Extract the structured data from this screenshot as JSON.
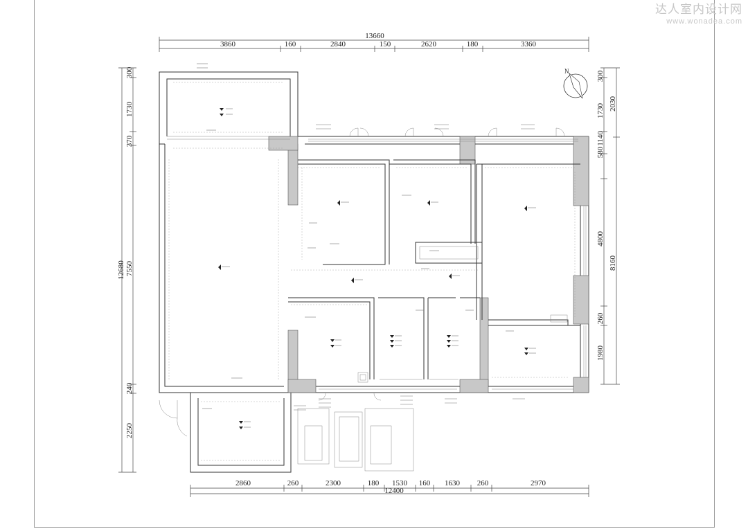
{
  "watermark": {
    "cn": "达人室内设计网",
    "url": "www.wonadea.com"
  },
  "compass": {
    "label": "N"
  },
  "dims": {
    "top_total": "13660",
    "top": [
      "3860",
      "160",
      "2840",
      "150",
      "2620",
      "180",
      "3360"
    ],
    "bottom_total": "12400",
    "bottom": [
      "2860",
      "260",
      "2300",
      "180",
      "1530",
      "160",
      "1630",
      "260",
      "2970"
    ],
    "left_total": "12680",
    "left": [
      "300",
      "1730",
      "370",
      "7550",
      "240",
      "2250"
    ],
    "right_outer": [
      "2030",
      "8160"
    ],
    "right_inner": [
      "300",
      "1730",
      "580",
      "1140",
      "4800",
      "260",
      "1980"
    ]
  }
}
